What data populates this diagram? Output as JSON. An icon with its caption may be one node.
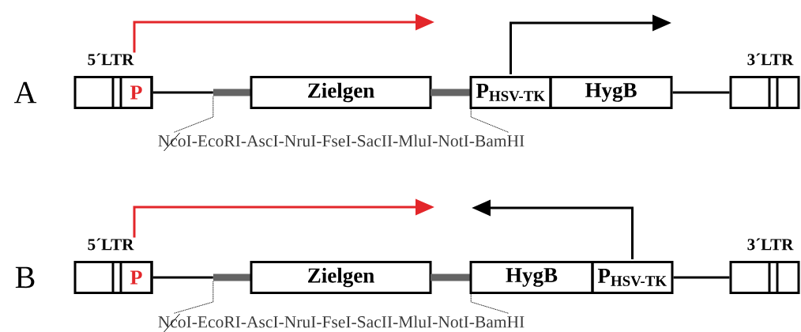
{
  "diagram": {
    "nodes": [
      {
        "text": [
          "5´LTR"
        ]
      },
      {
        "text": [
          "P"
        ],
        "in": 0
      },
      {
        "text": [],
        "shape": "bar"
      },
      {
        "text": [
          "Zielgen"
        ]
      },
      {
        "text": [],
        "shape": "bar"
      },
      {
        "text": [
          "P$_{HSV-TK}$"
        ]
      },
      {
        "text": [
          "HygB"
        ]
      },
      {
        "text": [
          "3´LTR"
        ]
      },
      {
        "text": [
          "NcoI-EcoRI-AscI-NruI-FseI-SacII-MluI-NotI-BamHI"
        ]
      },
      {
        "text": [
          "5´LTR"
        ]
      },
      {
        "text": [
          "P"
        ],
        "in": 9
      },
      {
        "text": [],
        "shape": "bar"
      },
      {
        "text": [
          "Zielgen"
        ]
      },
      {
        "text": [],
        "shape": "bar"
      },
      {
        "text": [
          "HygB"
        ]
      },
      {
        "text": [
          "P$_{HSV-TK}$"
        ]
      },
      {
        "text": [
          "3´LTR"
        ]
      },
      {
        "text": [
          "NcoI-EcoRI-AscI-NruI-FseI-SacII-MluI-NotI-BamHI"
        ]
      }
    ],
    "edges": [
      {
        "from": 0,
        "to": 2,
        "arrow": "none"
      },
      {
        "from": 6,
        "to": 7,
        "arrow": "none"
      },
      {
        "from": 8,
        "to": 2,
        "arrow": "none",
        "style": "dashed"
      },
      {
        "from": 8,
        "to": 4,
        "arrow": "none",
        "style": "dashed"
      },
      {
        "from": 0,
        "to": null,
        "arrow": "to",
        "color": "#e3262a"
      },
      {
        "from": 5,
        "to": null,
        "arrow": "to"
      },
      {
        "from": 9,
        "to": 11,
        "arrow": "none"
      },
      {
        "from": 15,
        "to": 16,
        "arrow": "none"
      },
      {
        "from": 17,
        "to": 11,
        "arrow": "none",
        "style": "dashed"
      },
      {
        "from": 17,
        "to": 13,
        "arrow": "none",
        "style": "dashed"
      },
      {
        "from": 9,
        "to": null,
        "arrow": "to",
        "color": "#e3262a"
      },
      {
        "from": 15,
        "to": null,
        "arrow": "to"
      }
    ],
    "labels": [
      "A",
      "B"
    ]
  }
}
